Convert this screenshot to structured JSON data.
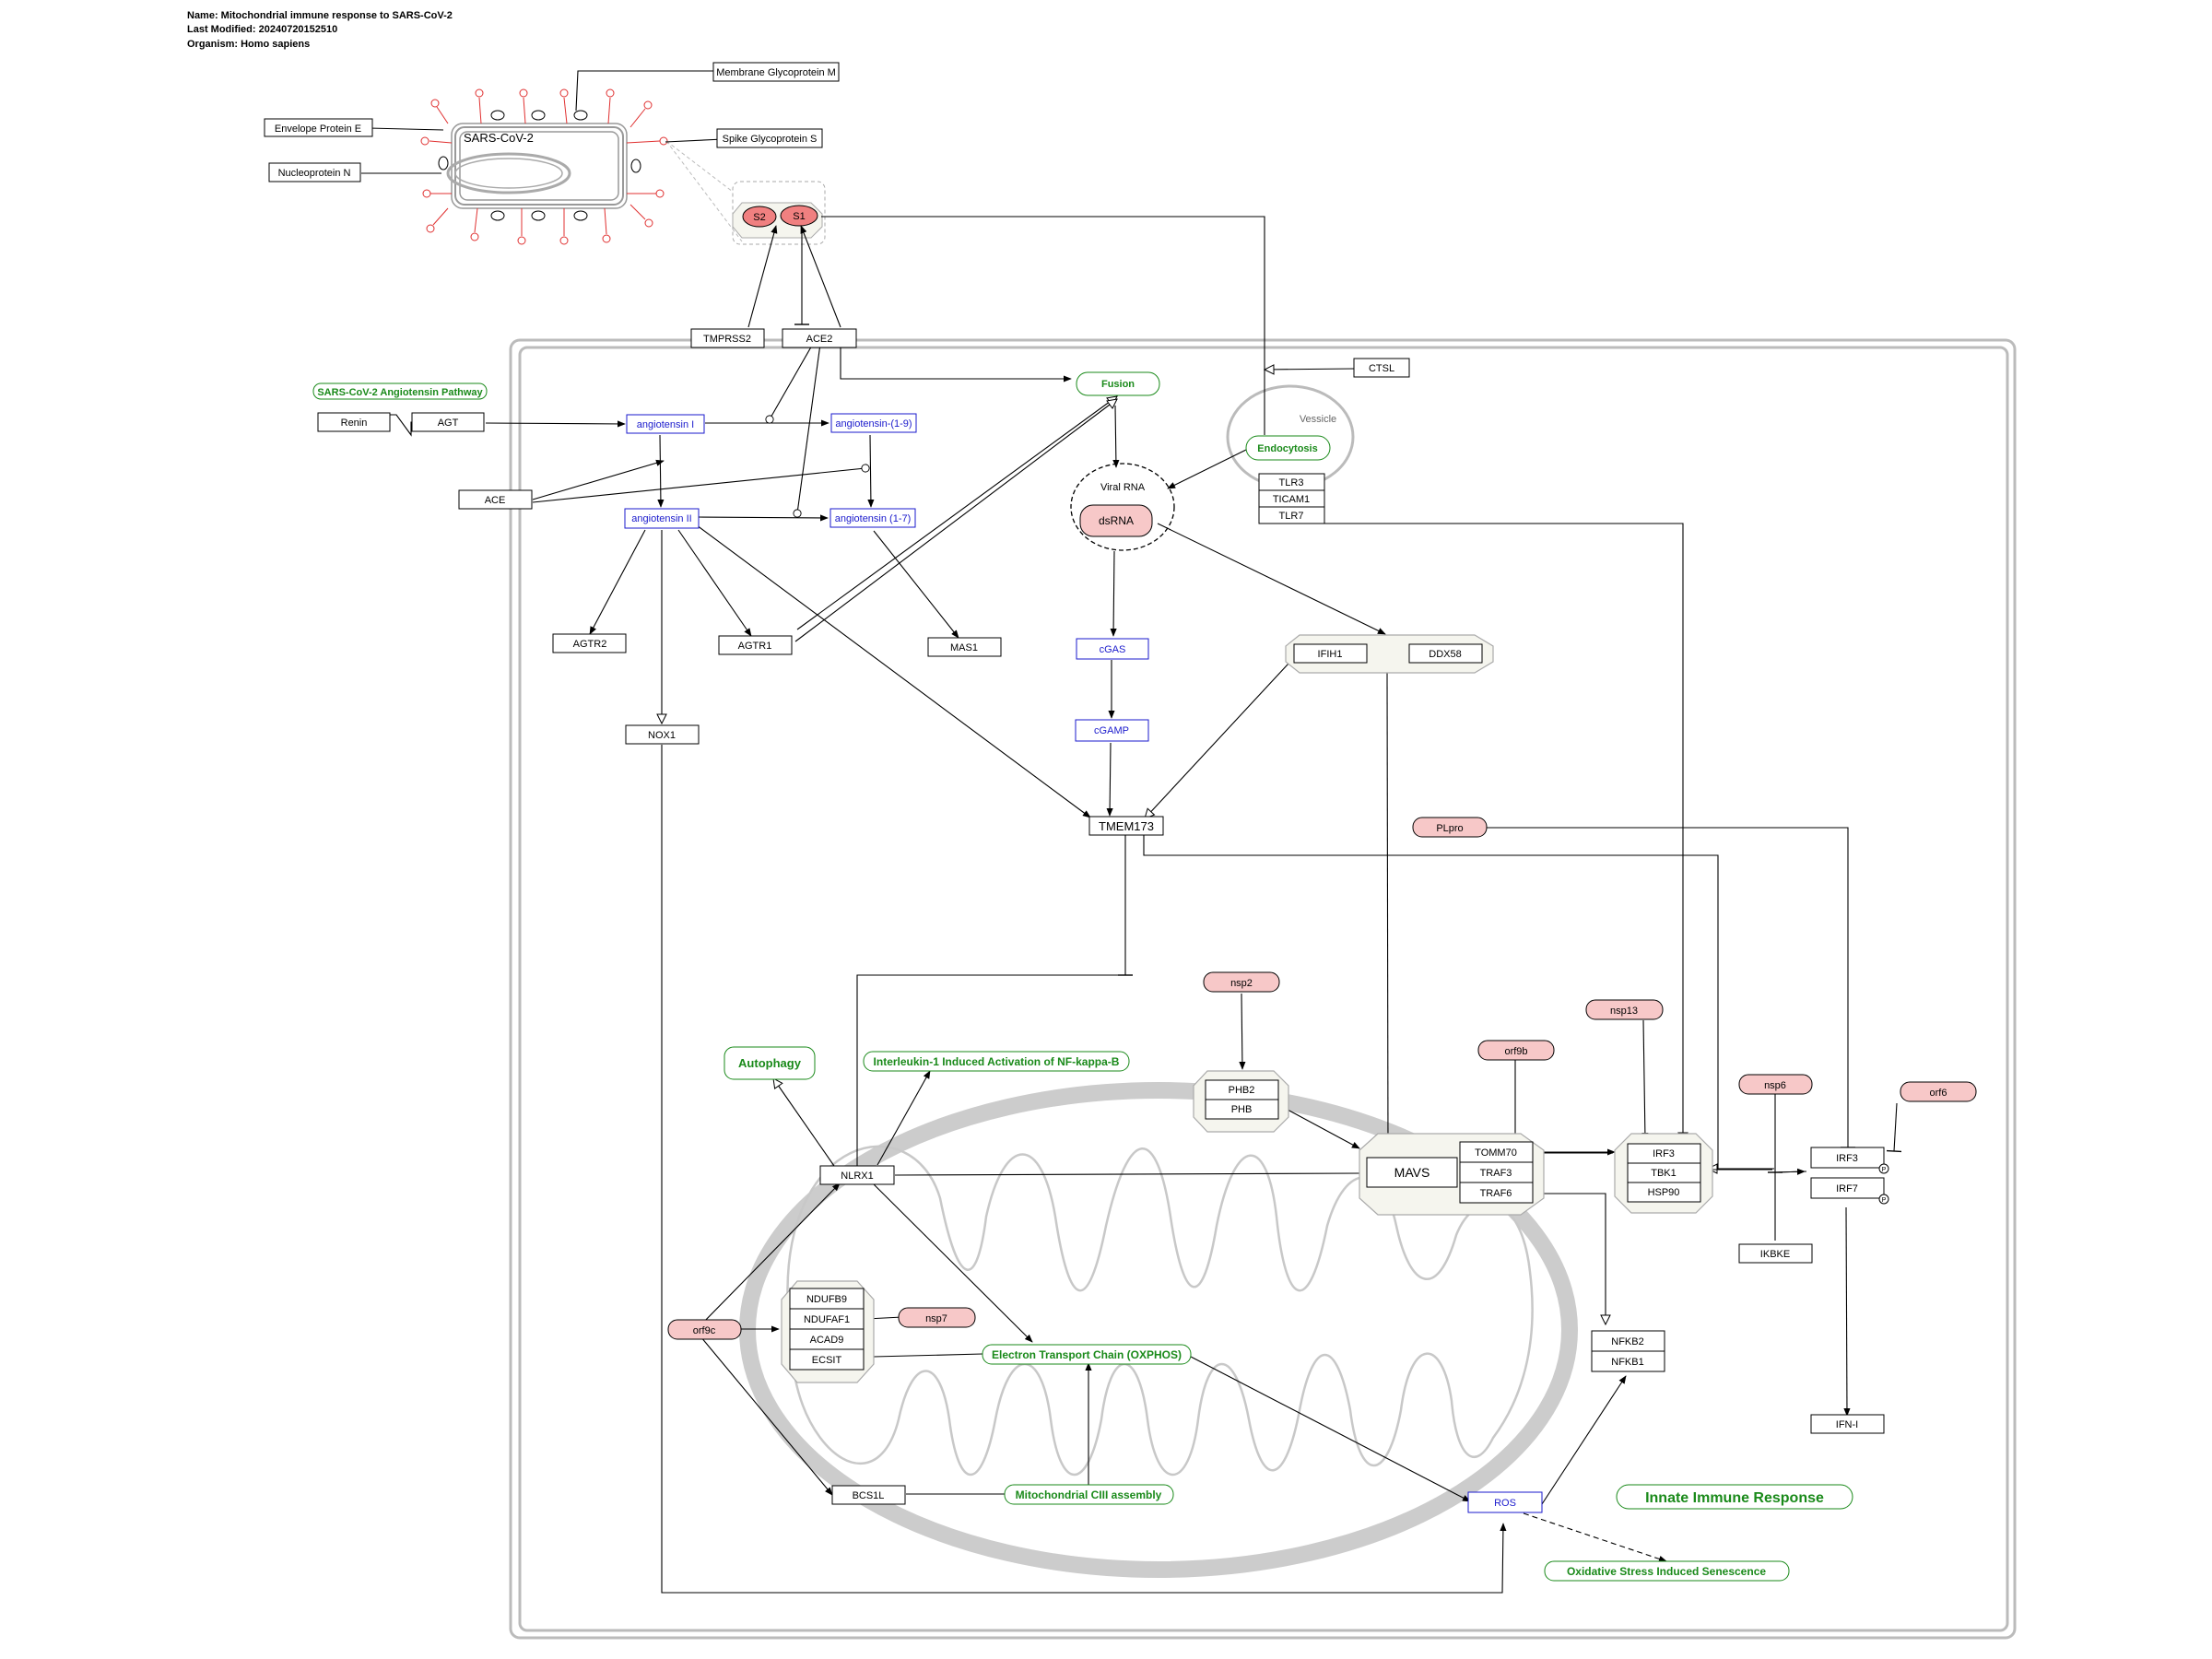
{
  "metadata": {
    "name": "Name: Mitochondrial immune response to SARS-CoV-2",
    "modified": "Last Modified: 20240720152510",
    "organism": "Organism: Homo sapiens"
  },
  "virus": {
    "title": "SARS-CoV-2",
    "envelope": "Envelope Protein E",
    "nucleoprotein": "Nucleoprotein N",
    "membrane": "Membrane Glycoprotein M",
    "spike": "Spike Glycoprotein S",
    "s2": "S2",
    "s1": "S1"
  },
  "genes": {
    "tmprss2": "TMPRSS2",
    "ace2": "ACE2",
    "ctsl": "CTSL",
    "renin": "Renin",
    "agt": "AGT",
    "ace": "ACE",
    "agtr2": "AGTR2",
    "agtr1": "AGTR1",
    "mas1": "MAS1",
    "nox1": "NOX1",
    "tlr3": "TLR3",
    "ticam1": "TICAM1",
    "tlr7": "TLR7",
    "ifih1": "IFIH1",
    "ddx58": "DDX58",
    "tmem173": "TMEM173",
    "phb2": "PHB2",
    "phb": "PHB",
    "mavs": "MAVS",
    "tomm70": "TOMM70",
    "traf3": "TRAF3",
    "traf6": "TRAF6",
    "irf3_complex": "IRF3",
    "tbk1": "TBK1",
    "hsp90": "HSP90",
    "ikbke": "IKBKE",
    "irf3": "IRF3",
    "irf7": "IRF7",
    "ifn1": "IFN-I",
    "nlrx1": "NLRX1",
    "ndufb9": "NDUFB9",
    "ndufaf1": "NDUFAF1",
    "acad9": "ACAD9",
    "ecsit": "ECSIT",
    "bcs1l": "BCS1L",
    "nfkb2": "NFKB2",
    "nfkb1": "NFKB1"
  },
  "metabolites": {
    "ang1": "angiotensin I",
    "ang19": "angiotensin-(1-9)",
    "ang2": "angiotensin II",
    "ang17": "angiotensin (1-7)",
    "cgas": "cGAS",
    "cgamp": "cGAMP",
    "ros": "ROS"
  },
  "viral_proteins": {
    "dsrna": "dsRNA",
    "plpro": "PLpro",
    "nsp2": "nsp2",
    "nsp13": "nsp13",
    "orf9b": "orf9b",
    "nsp6": "nsp6",
    "orf6": "orf6",
    "orf9c": "orf9c",
    "nsp7": "nsp7"
  },
  "pathways": {
    "angiotensin": "SARS-CoV-2 Angiotensin Pathway",
    "fusion": "Fusion",
    "endocytosis": "Endocytosis",
    "autophagy": "Autophagy",
    "il1": "Interleukin-1 Induced Activation of NF-kappa-B",
    "etc": "Electron Transport Chain (OXPHOS)",
    "ciii": "Mitochondrial CIII assembly",
    "innate": "Innate Immune Response",
    "senescence": "Oxidative Stress Induced Senescence"
  },
  "labels": {
    "vessicle": "Vessicle",
    "viral_rna": "Viral RNA",
    "phospho1": "P",
    "phospho2": "P"
  },
  "colors": {
    "pathway_green": "#1a8a1a",
    "metabolite_blue": "#1a1acc",
    "viral_fill": "#f7c8c8",
    "viral_fill_dark": "#f08080",
    "spike_red": "#e03030",
    "mito_gray": "#cccccc",
    "complex_fill": "#f5f5ee"
  }
}
